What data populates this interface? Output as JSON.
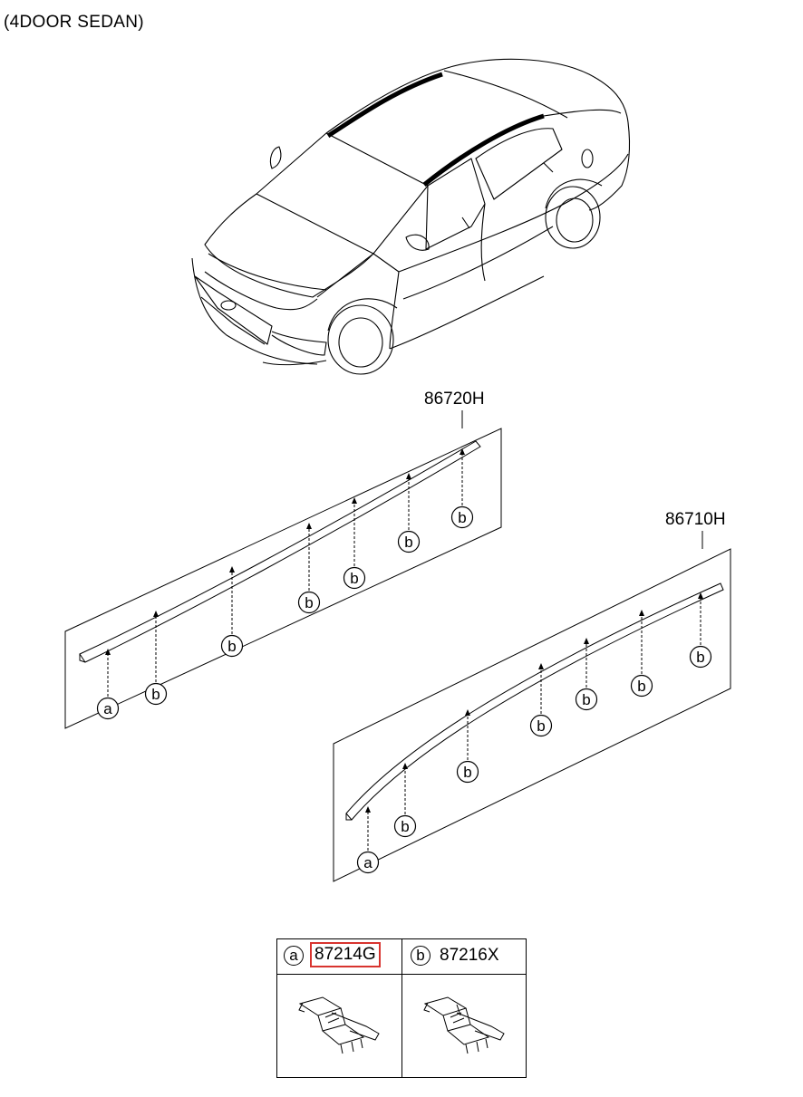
{
  "header": {
    "title": "(4DOOR SEDAN)"
  },
  "assemblies": [
    {
      "part_number": "86720H",
      "side": "upper-left"
    },
    {
      "part_number": "86710H",
      "side": "lower-right"
    }
  ],
  "callouts": {
    "a": "a",
    "b": "b"
  },
  "legend": {
    "items": [
      {
        "letter": "a",
        "code": "87214G",
        "highlighted": true,
        "highlight_color": "#d8342f"
      },
      {
        "letter": "b",
        "code": "87216X",
        "highlighted": false
      }
    ]
  }
}
